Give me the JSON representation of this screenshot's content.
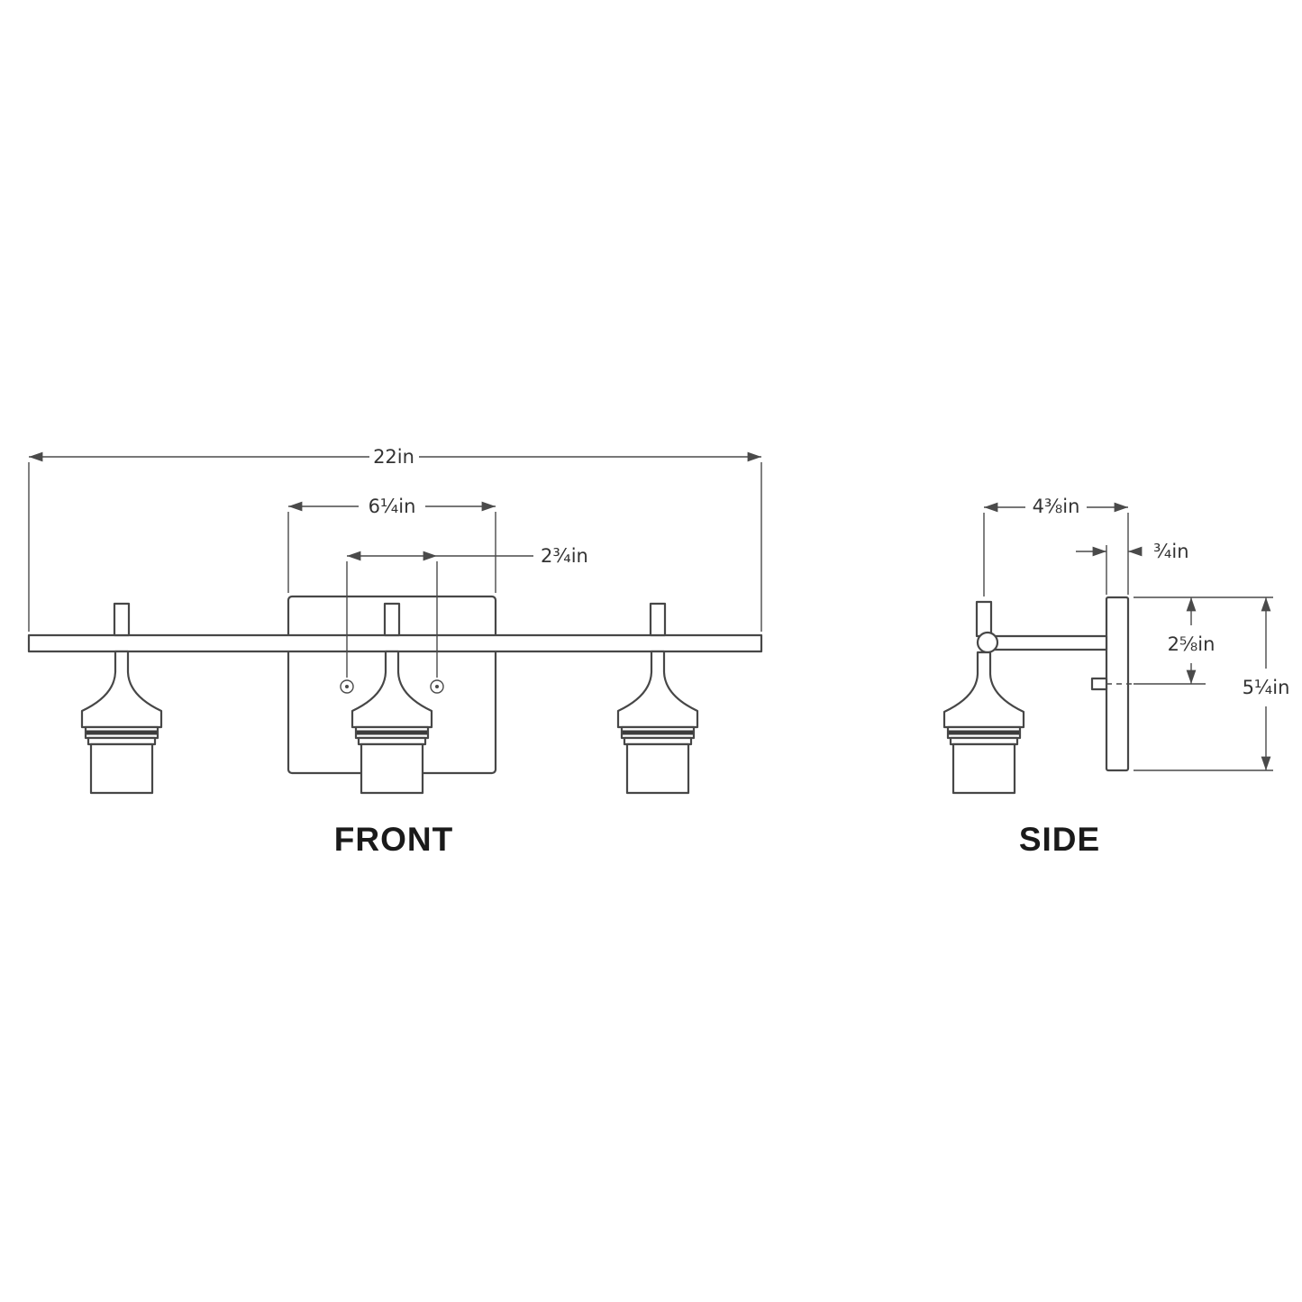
{
  "front": {
    "label": "FRONT",
    "dim_overall_width": "22in",
    "dim_backplate_width": "6¼in",
    "dim_hole_spacing": "2¾in"
  },
  "side": {
    "label": "SIDE",
    "dim_overall_depth": "4⅜in",
    "dim_plate_thickness": "¾in",
    "dim_arm_drop": "2⅝in",
    "dim_plate_height": "5¼in"
  },
  "colors": {
    "line": "#474747",
    "dim_line": "#4a4a4a",
    "text": "#333333",
    "background": "#ffffff"
  }
}
